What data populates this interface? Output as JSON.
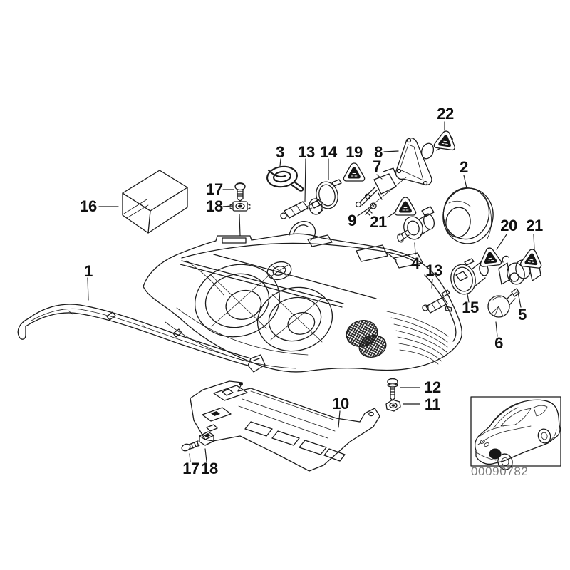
{
  "figure": {
    "code": "00090782"
  },
  "callouts": [
    {
      "label": "16"
    },
    {
      "label": "17"
    },
    {
      "label": "18"
    },
    {
      "label": "3"
    },
    {
      "label": "13"
    },
    {
      "label": "14"
    },
    {
      "label": "19"
    },
    {
      "label": "8"
    },
    {
      "label": "22"
    },
    {
      "label": "7"
    },
    {
      "label": "2"
    },
    {
      "label": "9"
    },
    {
      "label": "21"
    },
    {
      "label": "4"
    },
    {
      "label": "20"
    },
    {
      "label": "21"
    },
    {
      "label": "13"
    },
    {
      "label": "15"
    },
    {
      "label": "5"
    },
    {
      "label": "6"
    },
    {
      "label": "12"
    },
    {
      "label": "11"
    },
    {
      "label": "10"
    },
    {
      "label": "17"
    },
    {
      "label": "18"
    },
    {
      "label": "1"
    }
  ],
  "icons": {
    "hazard_triangle": "▲"
  },
  "colors": {
    "line": "#1b1b1b",
    "triangle_fill": "#161616",
    "code_text": "#7c7c7c",
    "background": "#ffffff"
  }
}
